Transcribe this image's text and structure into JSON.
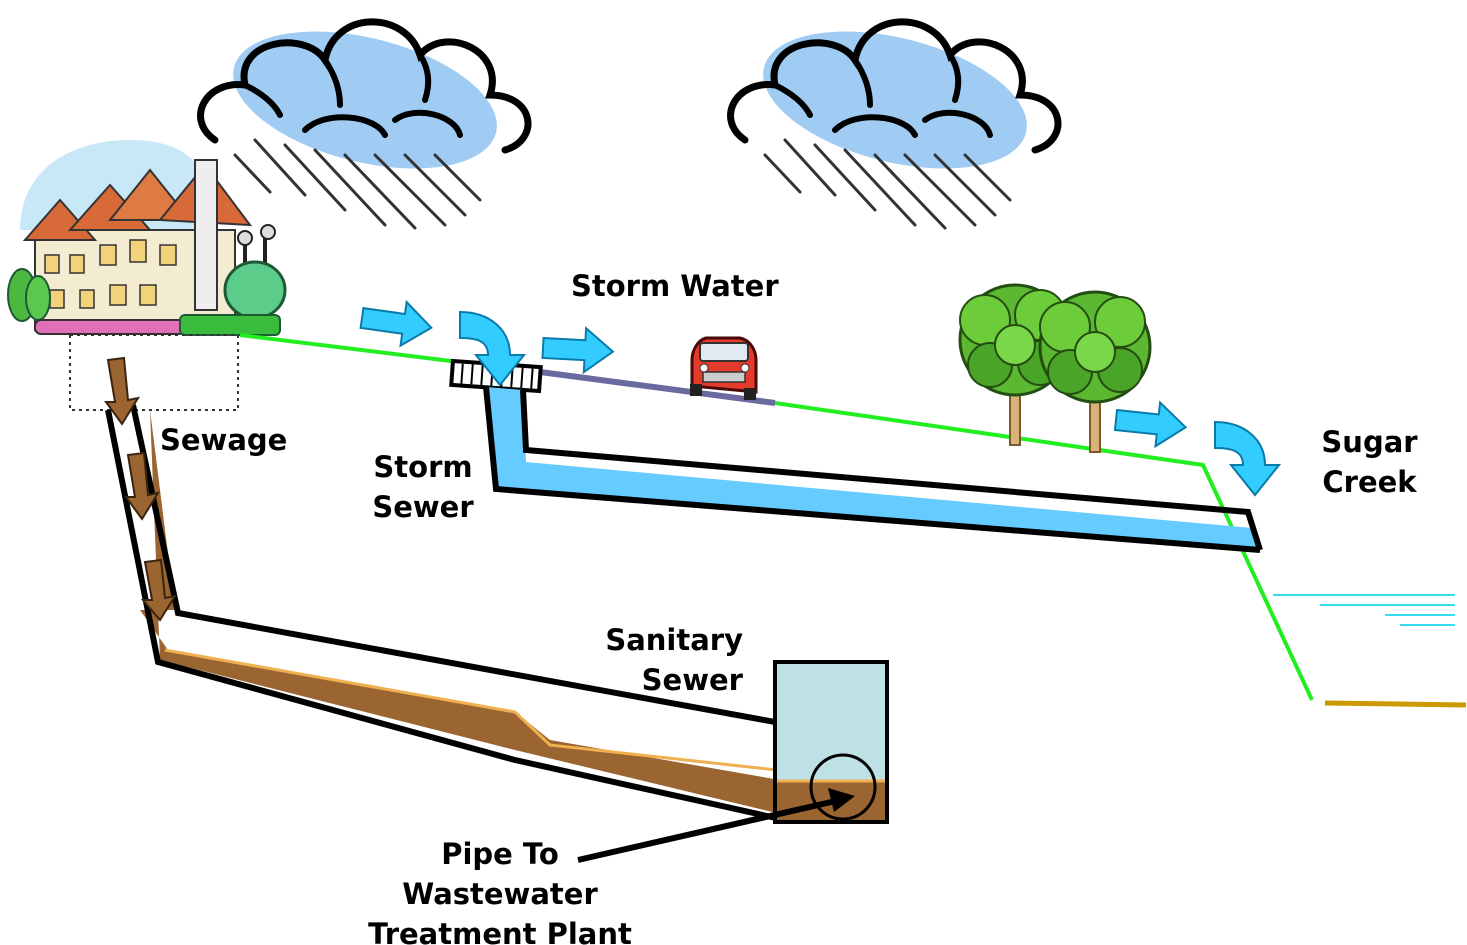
{
  "labels": {
    "storm_water": "Storm Water",
    "sewage": "Sewage",
    "storm_sewer_line1": "Storm",
    "storm_sewer_line2": "Sewer",
    "sugar_creek_line1": "Sugar",
    "sugar_creek_line2": "Creek",
    "sanitary_sewer_line1": "Sanitary",
    "sanitary_sewer_line2": "Sewer",
    "pipe_line1": "Pipe To",
    "pipe_line2": "Wastewater",
    "pipe_line3": "Treatment Plant"
  },
  "icons": [
    "rain-cloud-icon",
    "house-icon",
    "car-icon",
    "tree-icon",
    "flow-arrow-icon",
    "storm-drain-grate-icon",
    "manhole-icon"
  ],
  "colors": {
    "ground": "#22ee22",
    "road": "#6a6aa0",
    "storm_water": "#66ccff",
    "arrow_fill": "#33ccff",
    "sewage": "#9a6530",
    "sewage_highlight": "#f0b050",
    "manhole": "#bde1e4",
    "creek_water": "#33ddee",
    "creek_bed": "#cc9900",
    "cloud_fill": "#a0ccf4"
  }
}
